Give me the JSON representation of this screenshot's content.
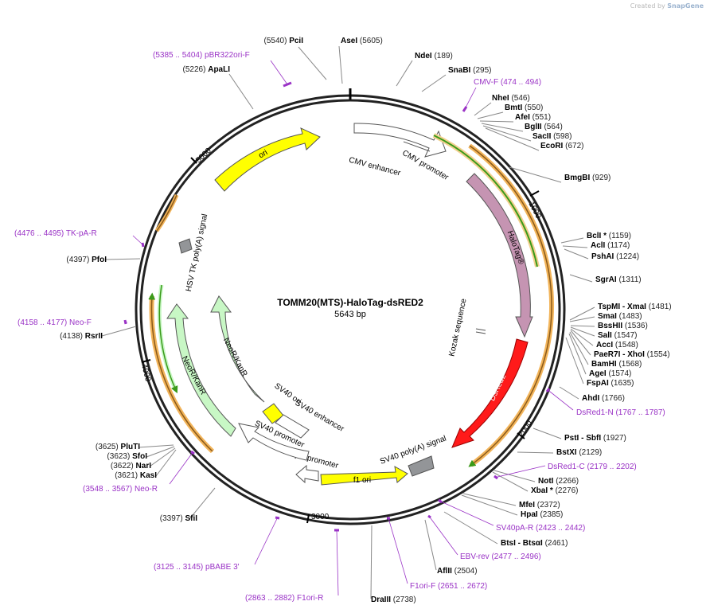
{
  "watermark": {
    "text": "Created by",
    "brand": "SnapGene"
  },
  "plasmid": {
    "name": "TOMM20(MTS)-HaloTag-dsRED2",
    "length_label": "5643 bp"
  },
  "tick_labels": [
    "1000",
    "2000",
    "3000",
    "4000",
    "5000"
  ],
  "features": [
    {
      "name": "CMV enhancer",
      "color": "#ffffff"
    },
    {
      "name": "CMV promoter",
      "color": "#ffffff"
    },
    {
      "name": "HaloTag®",
      "color": "#c594b2"
    },
    {
      "name": "Kozak sequence",
      "color": "#ffffff"
    },
    {
      "name": "DsRed2",
      "color": "#ff1a1a"
    },
    {
      "name": "SV40 poly(A) signal",
      "color": "#939598"
    },
    {
      "name": "f1 ori",
      "color": "#ffff00"
    },
    {
      "name": "AmpR promoter",
      "color": "#ffffff"
    },
    {
      "name": "SV40 promoter",
      "color": "#ffffff"
    },
    {
      "name": "SV40 ori",
      "color": "#ffff00"
    },
    {
      "name": "SV40 enhancer",
      "color": "#ffffff"
    },
    {
      "name": "NeoR/KanR",
      "color": "#c8f7c5"
    },
    {
      "name": "HSV TK poly(A) signal",
      "color": "#939598"
    },
    {
      "name": "ori",
      "color": "#ffff00"
    }
  ],
  "sites": [
    {
      "name": "PciI",
      "pos": "(5540)"
    },
    {
      "name": "AseI",
      "pos": "(5605)"
    },
    {
      "name": "NdeI",
      "pos": "(189)"
    },
    {
      "name": "SnaBI",
      "pos": "(295)"
    },
    {
      "name": "NheI",
      "pos": "(546)"
    },
    {
      "name": "BmtI",
      "pos": "(550)"
    },
    {
      "name": "AfeI",
      "pos": "(551)"
    },
    {
      "name": "BglII",
      "pos": "(564)"
    },
    {
      "name": "SacII",
      "pos": "(598)"
    },
    {
      "name": "EcoRI",
      "pos": "(672)"
    },
    {
      "name": "BmgBI",
      "pos": "(929)"
    },
    {
      "name": "BclI *",
      "pos": "(1159)"
    },
    {
      "name": "AclI",
      "pos": "(1174)"
    },
    {
      "name": "PshAI",
      "pos": "(1224)"
    },
    {
      "name": "SgrAI",
      "pos": "(1311)"
    },
    {
      "name": "TspMI  - XmaI",
      "pos": "(1481)"
    },
    {
      "name": "SmaI",
      "pos": "(1483)"
    },
    {
      "name": "BssHII",
      "pos": "(1536)"
    },
    {
      "name": "SalI",
      "pos": "(1547)"
    },
    {
      "name": "AccI",
      "pos": "(1548)"
    },
    {
      "name": "PaeR7I  - XhoI",
      "pos": "(1554)"
    },
    {
      "name": "BamHI",
      "pos": "(1568)"
    },
    {
      "name": "AgeI",
      "pos": "(1574)"
    },
    {
      "name": "FspAI",
      "pos": "(1635)"
    },
    {
      "name": "AhdI",
      "pos": "(1766)"
    },
    {
      "name": "PstI  - SbfI",
      "pos": "(1927)"
    },
    {
      "name": "BstXI",
      "pos": "(2129)"
    },
    {
      "name": "NotI",
      "pos": "(2266)"
    },
    {
      "name": "XbaI *",
      "pos": "(2276)"
    },
    {
      "name": "MfeI",
      "pos": "(2372)"
    },
    {
      "name": "HpaI",
      "pos": "(2385)"
    },
    {
      "name": "BtsI  - BtsαI",
      "pos": "(2461)"
    },
    {
      "name": "AflII",
      "pos": "(2504)"
    },
    {
      "name": "DraIII",
      "pos": "(2738)"
    },
    {
      "name": "SfiI",
      "pos": "(3397)"
    },
    {
      "name": "KasI",
      "pos": "(3621)"
    },
    {
      "name": "NarI",
      "pos": "(3622)"
    },
    {
      "name": "SfoI",
      "pos": "(3623)"
    },
    {
      "name": "PluTI",
      "pos": "(3625)"
    },
    {
      "name": "RsrII",
      "pos": "(4138)"
    },
    {
      "name": "PfoI",
      "pos": "(4397)"
    },
    {
      "name": "ApaLI",
      "pos": "(5226)"
    }
  ],
  "primers": [
    {
      "name": "pBR322ori-F",
      "range": "(5385 .. 5404)"
    },
    {
      "name": "CMV-F",
      "range": "(474 .. 494)"
    },
    {
      "name": "DsRed1-N",
      "range": "(1767 .. 1787)"
    },
    {
      "name": "DsRed1-C",
      "range": "(2179 .. 2202)"
    },
    {
      "name": "SV40pA-R",
      "range": "(2423 .. 2442)"
    },
    {
      "name": "EBV-rev",
      "range": "(2477 .. 2496)"
    },
    {
      "name": "F1ori-F",
      "range": "(2651 .. 2672)"
    },
    {
      "name": "F1ori-R",
      "range": "(2863 .. 2882)"
    },
    {
      "name": "pBABE 3'",
      "range": "(3125 .. 3145)"
    },
    {
      "name": "Neo-R",
      "range": "(3548 .. 3567)"
    },
    {
      "name": "Neo-F",
      "range": "(4158 .. 4177)"
    },
    {
      "name": "TK-pA-R",
      "range": "(4476 .. 4495)"
    }
  ],
  "colors": {
    "primer": "#9a33c6",
    "orf_green": "#3a9a1a",
    "orf_orange": "#f2b45a",
    "backbone": "#222222"
  }
}
